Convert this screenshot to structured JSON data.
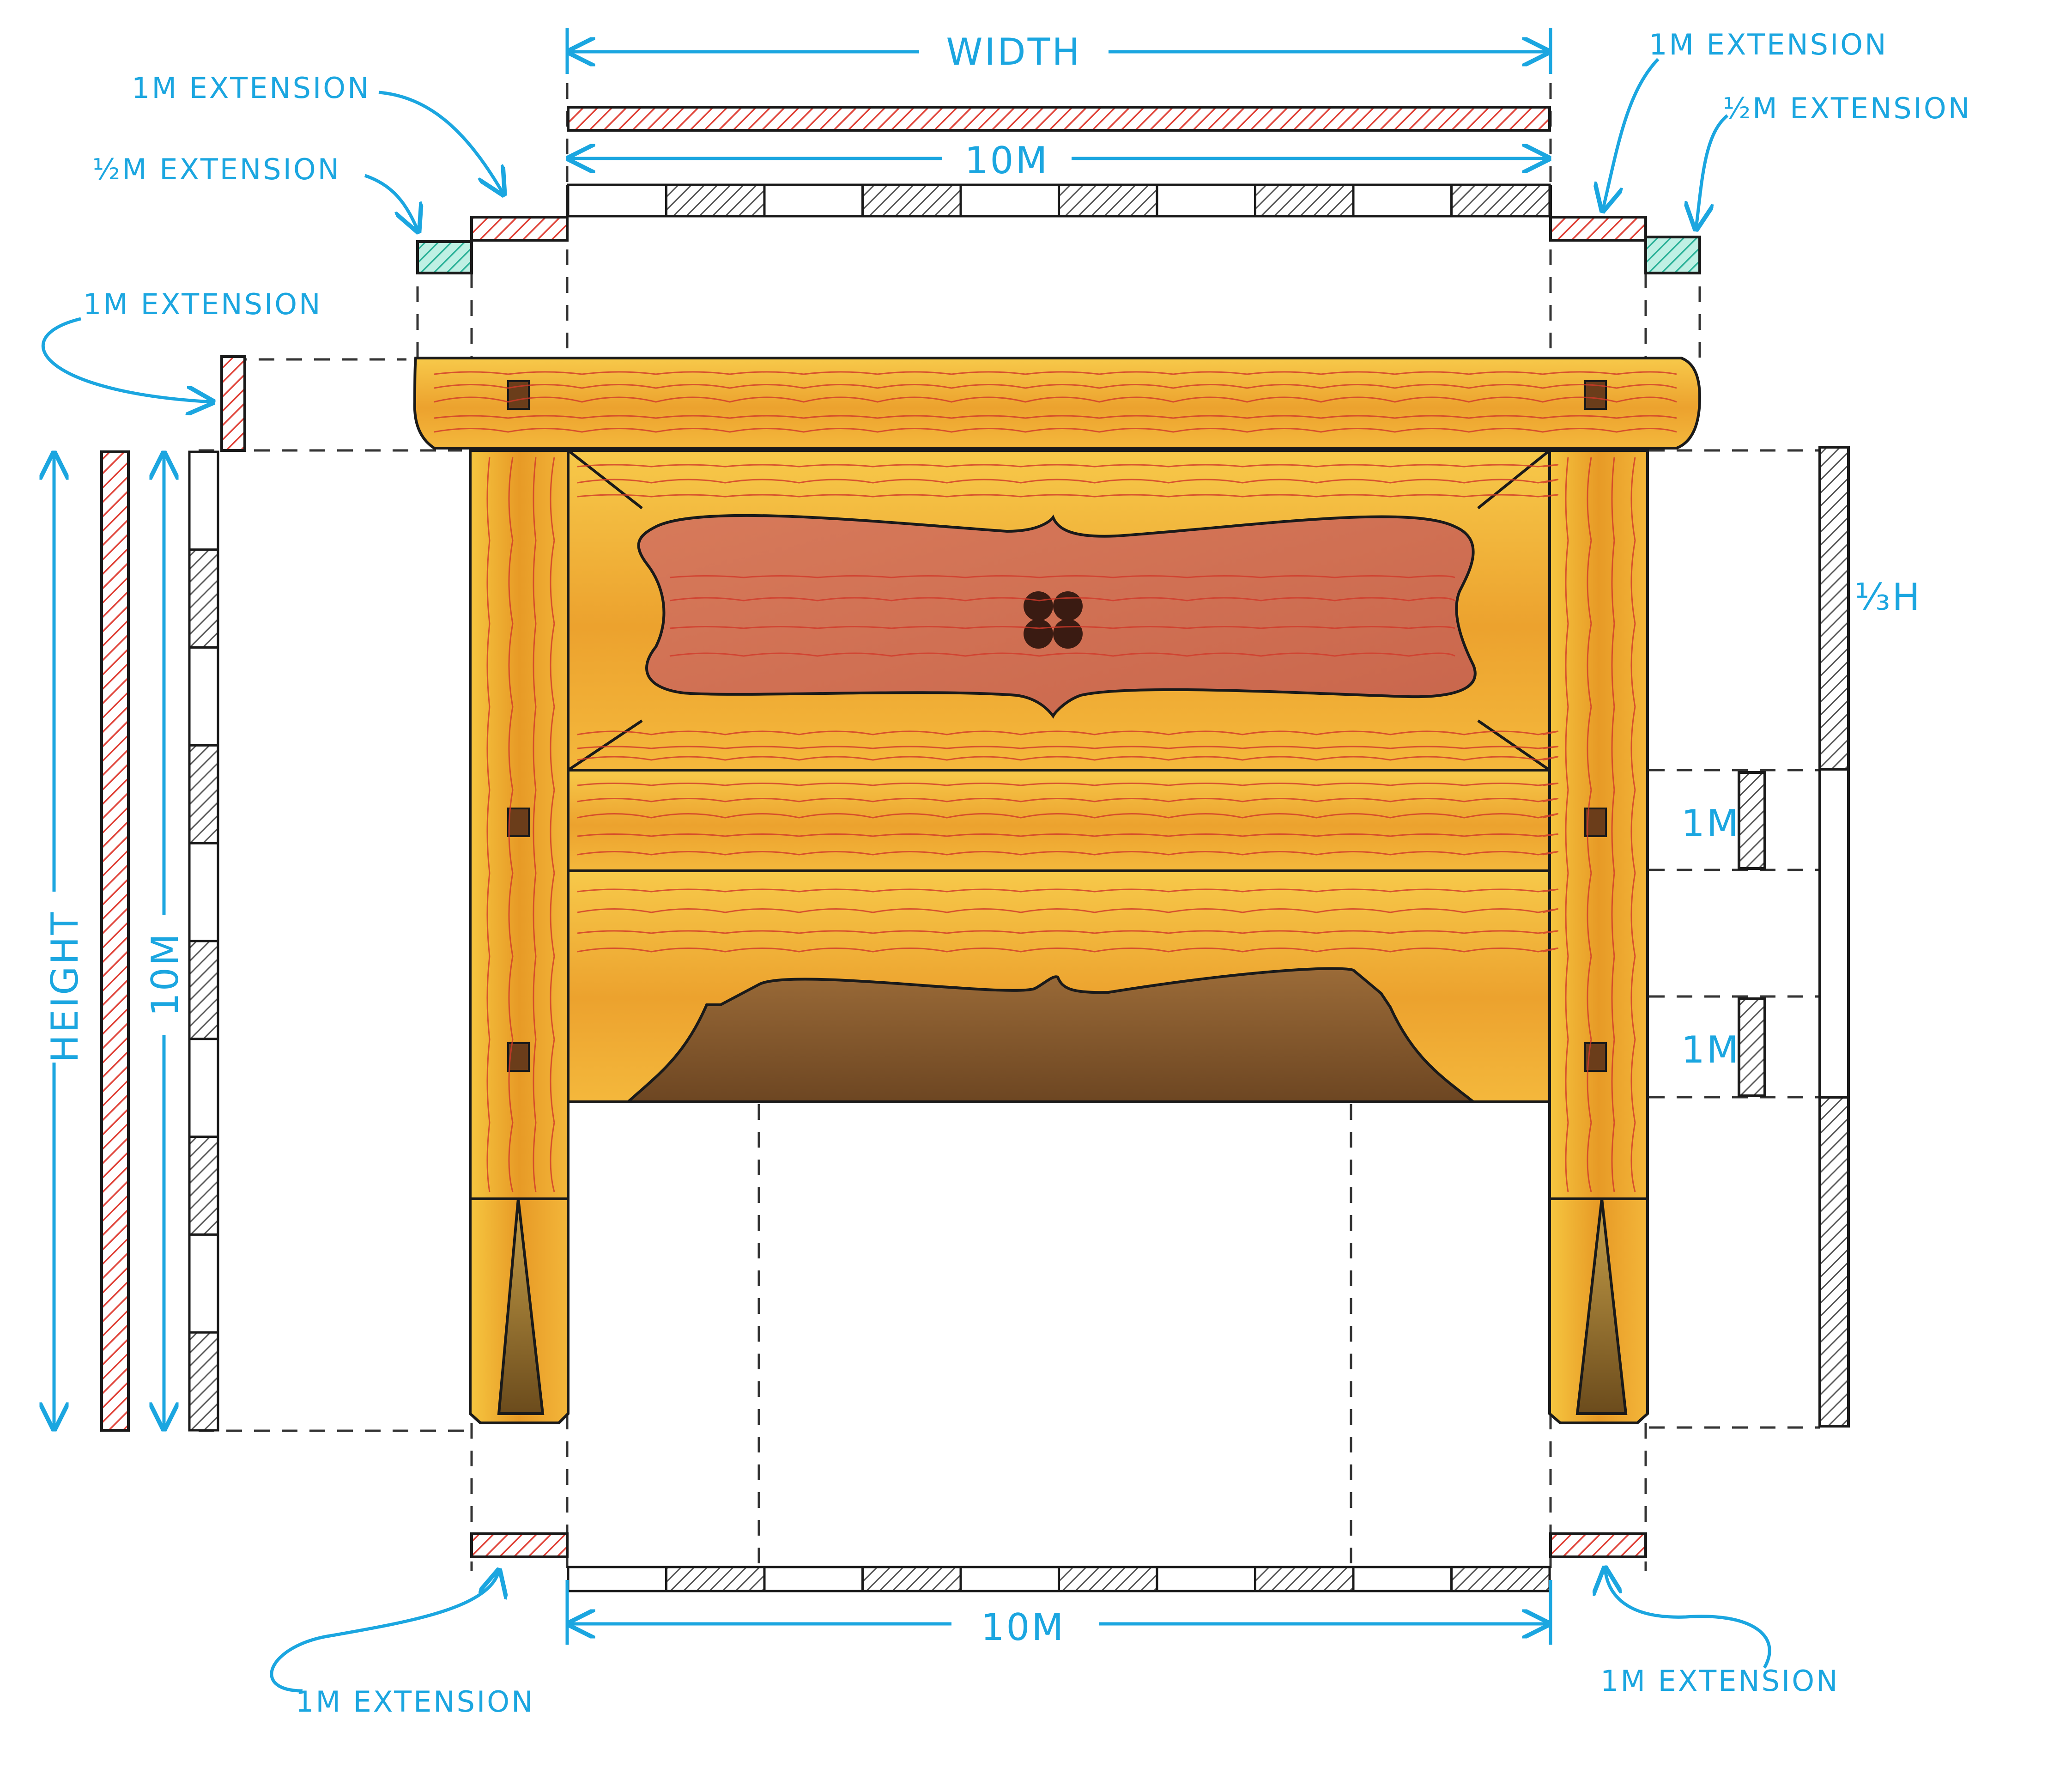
{
  "labels": {
    "width": "WIDTH",
    "height": "HEIGHT",
    "top_10m": "10M",
    "bottom_10m": "10M",
    "left_10m": "10M",
    "ext_top_left_1m": "1M EXTENSION",
    "ext_top_left_half": "½M EXTENSION",
    "ext_top_right_1m": "1M EXTENSION",
    "ext_top_right_half": "½M EXTENSION",
    "ext_left_1m": "1M EXTENSION",
    "ext_bottom_left_1m": "1M EXTENSION",
    "ext_bottom_right_1m": "1M EXTENSION",
    "third_h": "⅓H",
    "rail_1m_upper": "1M",
    "rail_1m_lower": "1M"
  },
  "colors": {
    "annotation": "#1ba6e0",
    "ink": "#1a1a1a",
    "extension_red": "#e0443a",
    "extension_teal": "#2fb39a",
    "wood_light": "#f3b63a",
    "wood_dark": "#d98a1e",
    "panel_red": "#cf6a52",
    "rail_brown": "#8a5a2c"
  }
}
